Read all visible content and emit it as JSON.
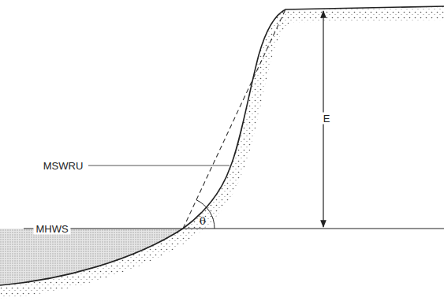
{
  "diagram": {
    "labels": [
      "MSWRU",
      "MHWS",
      "θ",
      "E"
    ]
  }
}
